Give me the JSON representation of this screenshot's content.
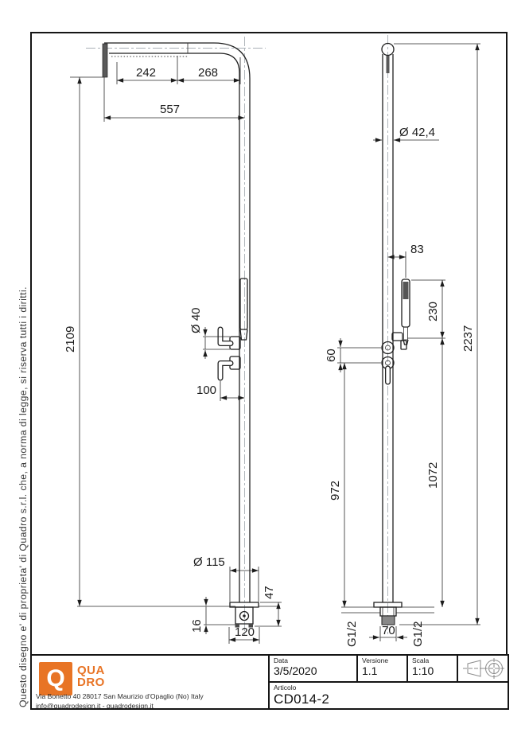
{
  "notes": {
    "ownership": "Questo disegno e' di proprieta' di Quadro s.r.l. che, a norma di legge, si riserva tutti i diritti."
  },
  "company": {
    "logo_letter": "Q",
    "name_top": "QUA",
    "name_bottom": "DRO",
    "brand_color": "#e87425",
    "address": "Via Bonetto 40  28017 San Maurizio d'Opaglio (No) Italy",
    "contacts": "info@quadrodesign.it  -  quadrodesign.it"
  },
  "title_block": {
    "date_label": "Data",
    "date_value": "3/5/2020",
    "version_label": "Versione",
    "version_value": "1.1",
    "scale_label": "Scala",
    "scale_value": "1:10",
    "article_label": "Articolo",
    "article_value": "CD014-2"
  },
  "views": {
    "front": {
      "dims": {
        "arm_left": "242",
        "arm_right": "268",
        "arm_total": "557",
        "height_floor_to_head": "2109",
        "valve_dia": "Ø 40",
        "handle_length": "100",
        "base_dia": "Ø 115",
        "base_height": "47",
        "base_recess": "16",
        "base_width": "120"
      }
    },
    "side": {
      "dims": {
        "column_dia": "Ø 42,4",
        "handshower_offset": "83",
        "handshower_length": "230",
        "total_height": "2237",
        "valve_spacing": "60",
        "valve_height": "972",
        "bracket_height": "1072",
        "inlet_spacing": "70",
        "inlet_thread_left": "G1/2",
        "inlet_thread_right": "G1/2"
      }
    }
  }
}
